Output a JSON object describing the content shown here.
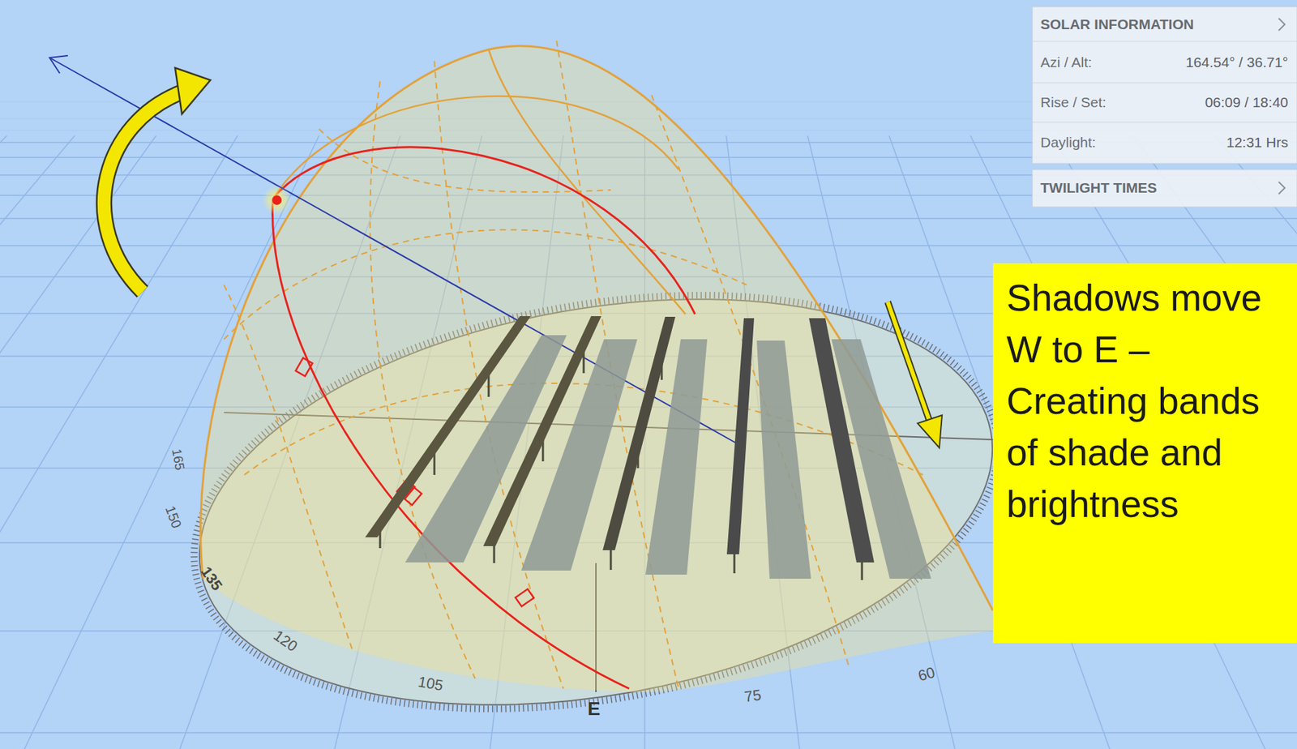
{
  "diagram": {
    "nodes": [
      {
        "text": [
          "Shadows move W to E – Creating bands of shade and brightness"
        ]
      }
    ],
    "edges": [],
    "labels": [
      "SOLAR INFORMATION",
      "Azi / Alt:",
      "164.54° / 36.71°",
      "Rise / Set:",
      "06:09 / 18:40",
      "Daylight:",
      "12:31 Hrs",
      "TWILIGHT TIMES",
      "165",
      "150",
      "135",
      "120",
      "105",
      "E",
      "75",
      "60"
    ]
  }
}
